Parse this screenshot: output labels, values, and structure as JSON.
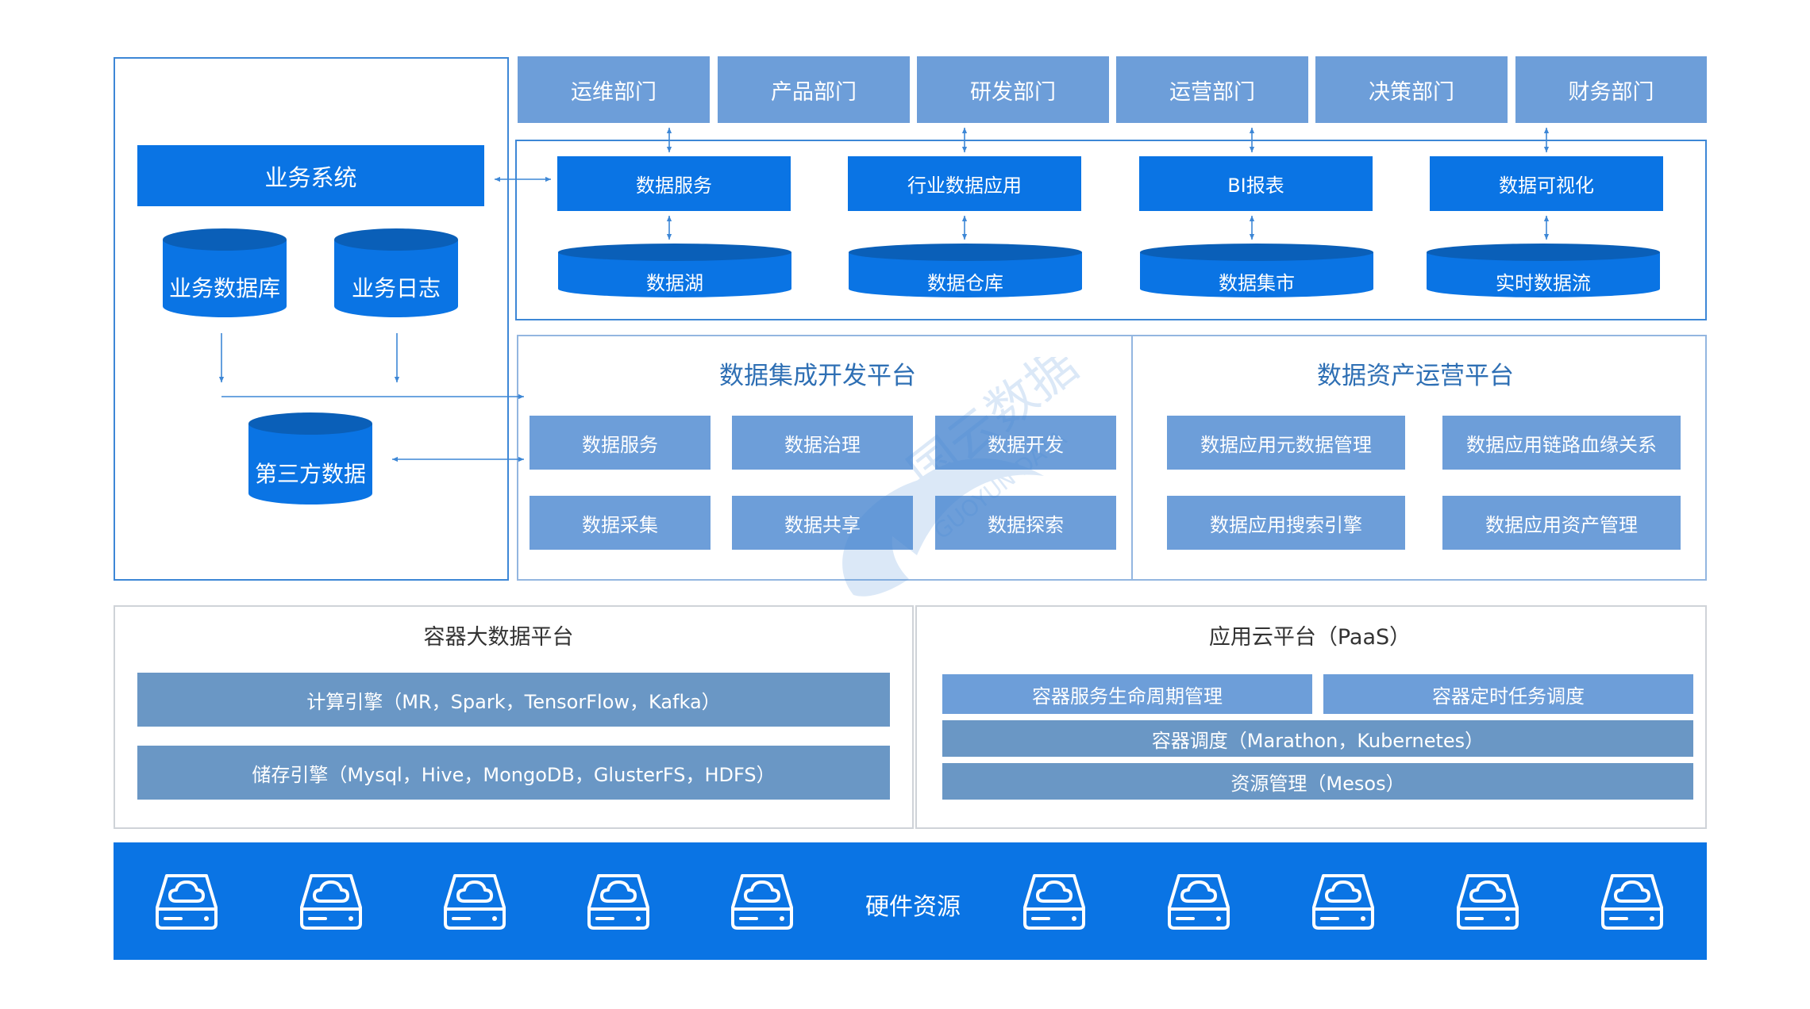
{
  "departments": [
    "运维部门",
    "产品部门",
    "研发部门",
    "运营部门",
    "决策部门",
    "财务部门"
  ],
  "business": {
    "system": "业务系统",
    "db": "业务数据库",
    "log": "业务日志",
    "third_party": "第三方数据"
  },
  "services": [
    "数据服务",
    "行业数据应用",
    "BI报表",
    "数据可视化"
  ],
  "stores": [
    "数据湖",
    "数据仓库",
    "数据集市",
    "实时数据流"
  ],
  "integration": {
    "title": "数据集成开发平台",
    "modules": [
      "数据服务",
      "数据治理",
      "数据开发",
      "数据采集",
      "数据共享",
      "数据探索"
    ]
  },
  "asset": {
    "title": "数据资产运营平台",
    "modules": [
      "数据应用元数据管理",
      "数据应用链路血缘关系",
      "数据应用搜索引擎",
      "数据应用资产管理"
    ]
  },
  "container": {
    "title": "容器大数据平台",
    "compute": "计算引擎（MR，Spark，TensorFlow，Kafka）",
    "storage": "储存引擎（Mysql，Hive，MongoDB，GlusterFS，HDFS）"
  },
  "paas": {
    "title": "应用云平台（PaaS）",
    "lifecycle": "容器服务生命周期管理",
    "timer": "容器定时任务调度",
    "schedule": "容器调度（Marathon，Kubernetes）",
    "resource": "资源管理（Mesos）"
  },
  "hardware": {
    "label": "硬件资源",
    "icon": "cloud-drive-icon"
  },
  "watermark": {
    "text_cn": "国云数据",
    "text_en": "GUOYUN DATA"
  },
  "colors": {
    "primary": "#0a74e4",
    "dept": "#6d9ed9",
    "engine": "#6a97c5",
    "frame": "#3d87d6",
    "heading": "#2e6fb4"
  }
}
